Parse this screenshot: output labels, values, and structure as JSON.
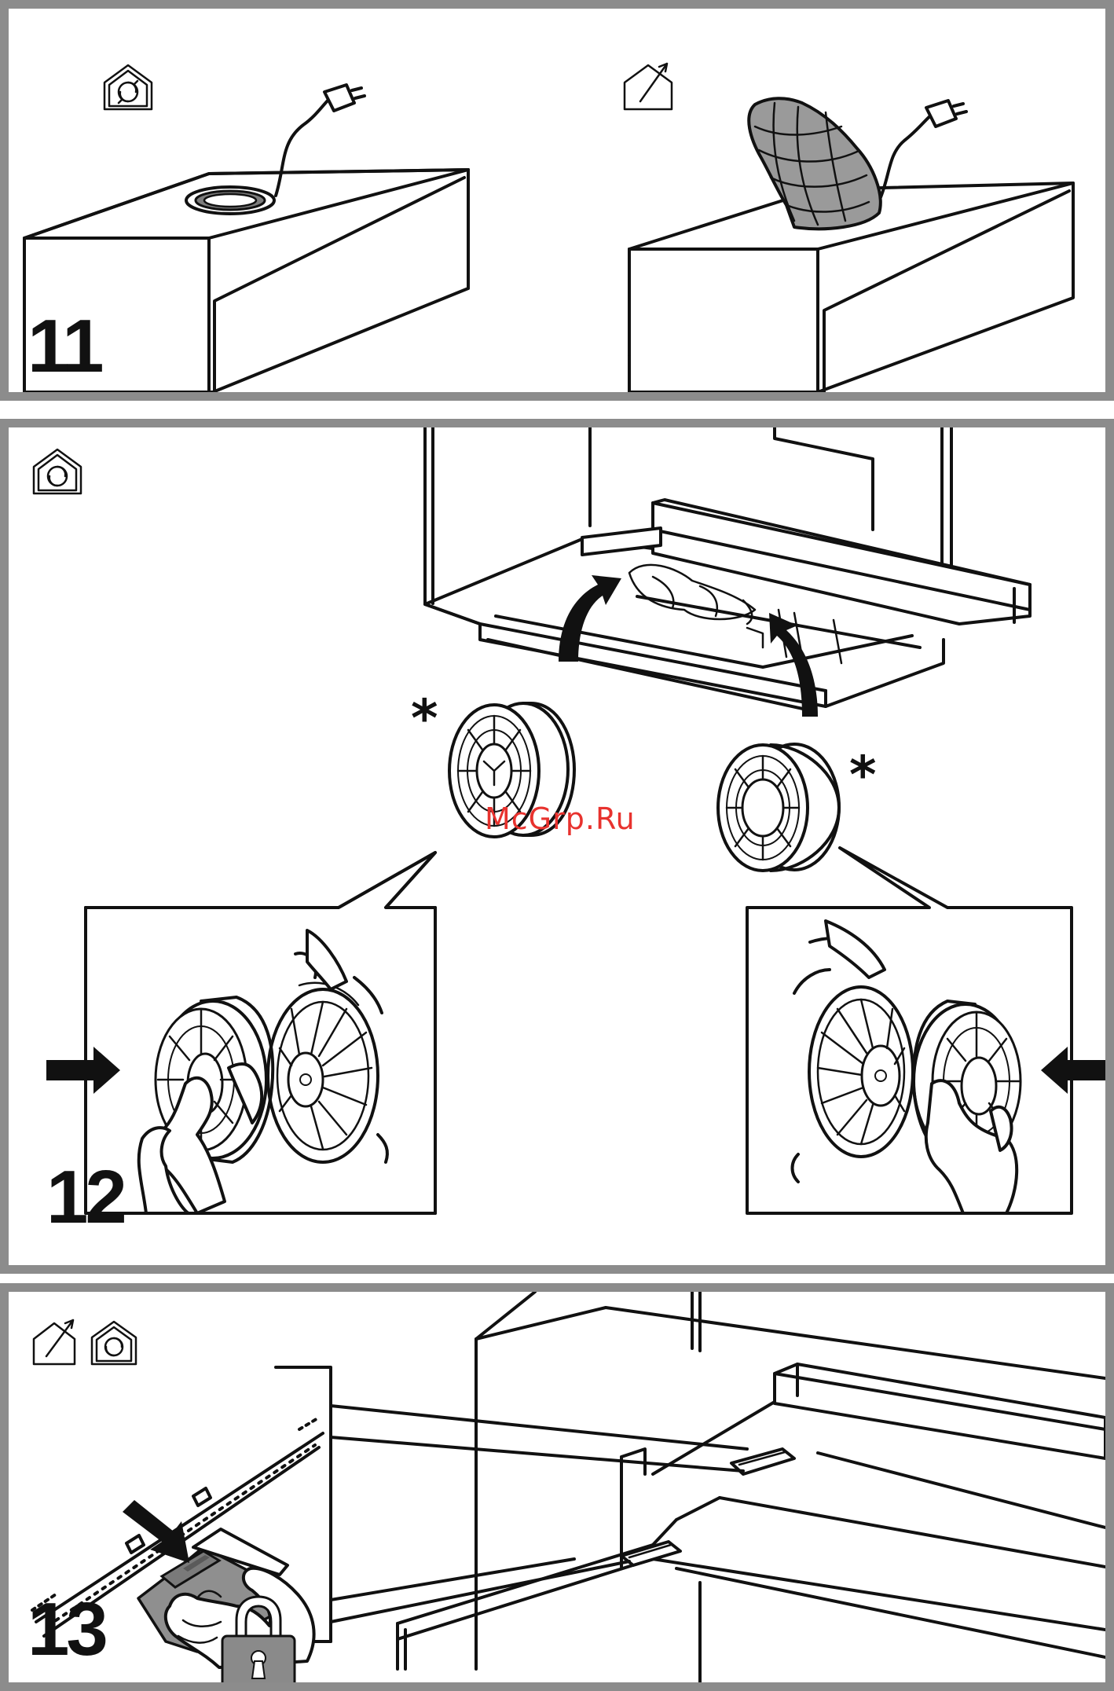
{
  "steps": [
    {
      "id": "11",
      "label": "11"
    },
    {
      "id": "12",
      "label": "12"
    },
    {
      "id": "13",
      "label": "13"
    }
  ],
  "annotations": {
    "asterisk_left": "*",
    "asterisk_right": "*",
    "watermark": "McGrp.Ru"
  },
  "icons": {
    "recirculation": "recirculation-mode-icon",
    "extraction": "extraction-mode-icon",
    "padlock": "padlock-icon"
  },
  "colors": {
    "frame": "#8c8c8c",
    "line": "#111111",
    "duct_fill": "#9a9a9a",
    "filter_cover": "#8f8f8f",
    "lock_body": "#8a8a8a",
    "watermark": "#e8322e"
  }
}
